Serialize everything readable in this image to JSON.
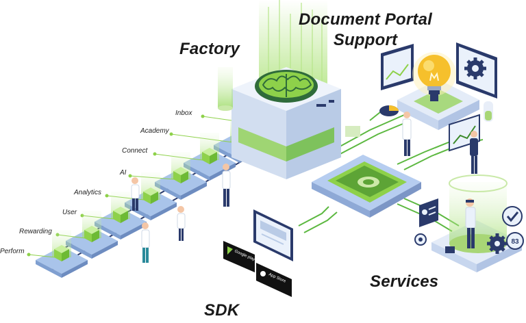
{
  "labels": {
    "factory": "Factory",
    "document_portal": "Document Portal",
    "support": "Support",
    "services": "Services",
    "sdk": "SDK"
  },
  "features": [
    "Inbox",
    "Academy",
    "Connect",
    "AI",
    "Analytics",
    "User",
    "Rewarding",
    "Perform"
  ],
  "badges": {
    "google_play": "Google play",
    "app_store": "App Store",
    "counter": "83"
  },
  "colors": {
    "accent_green": "#8ed14a",
    "dark_green": "#3c8a2a",
    "platform_blue": "#a9c4ea",
    "navy": "#2a3a6b",
    "bulb_yellow": "#f6c02c"
  }
}
